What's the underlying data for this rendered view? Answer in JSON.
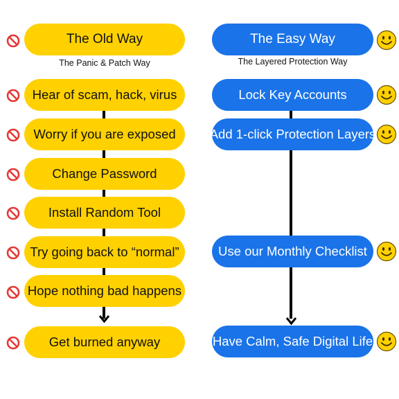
{
  "left": {
    "title": "The Old Way",
    "subtitle": "The Panic & Patch Way",
    "steps": [
      "Hear of scam, hack, virus",
      "Worry if you are exposed",
      "Change Password",
      "Install Random Tool",
      "Try going back to “normal”",
      "Hope nothing bad happens",
      "Get burned anyway"
    ]
  },
  "right": {
    "title": "The Easy Way",
    "subtitle": "The Layered Protection Way",
    "steps": [
      "Lock Key Accounts",
      "Add 1-click Protection Layers",
      "Use our Monthly Checklist",
      "Have Calm, Safe Digital Life"
    ]
  },
  "colors": {
    "old_way": "#FFD100",
    "easy_way": "#1A73E8",
    "no_icon": "#E53935",
    "smiley": "#FFD100"
  },
  "icons": {
    "left_marker": "no-entry-icon",
    "right_marker": "smiley-icon"
  }
}
